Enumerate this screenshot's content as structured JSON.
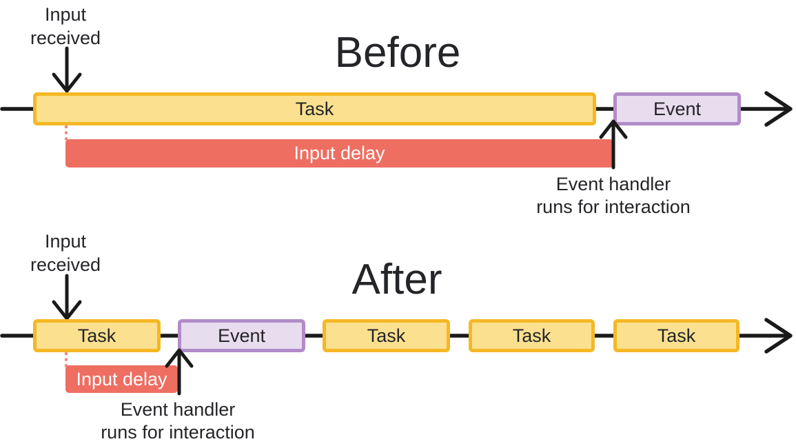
{
  "colors": {
    "text": "#242528",
    "line": "#1A1A1A",
    "task_fill": "#FBE08F",
    "task_border": "#F5B824",
    "event_fill": "#E8DCEF",
    "event_border": "#B28CC9",
    "delay_fill": "#EE6E62",
    "delay_dotted": "#F08778",
    "delay_text": "#FFFFFF"
  },
  "before": {
    "title": "Before",
    "input_received_label": "Input\nreceived",
    "task_label": "Task",
    "event_label": "Event",
    "input_delay_label": "Input delay",
    "event_handler_label": "Event handler\nruns for interaction"
  },
  "after": {
    "title": "After",
    "input_received_label": "Input\nreceived",
    "task_labels": [
      "Task",
      "Task",
      "Task",
      "Task"
    ],
    "event_label": "Event",
    "input_delay_label": "Input delay",
    "event_handler_label": "Event handler\nruns for interaction"
  }
}
